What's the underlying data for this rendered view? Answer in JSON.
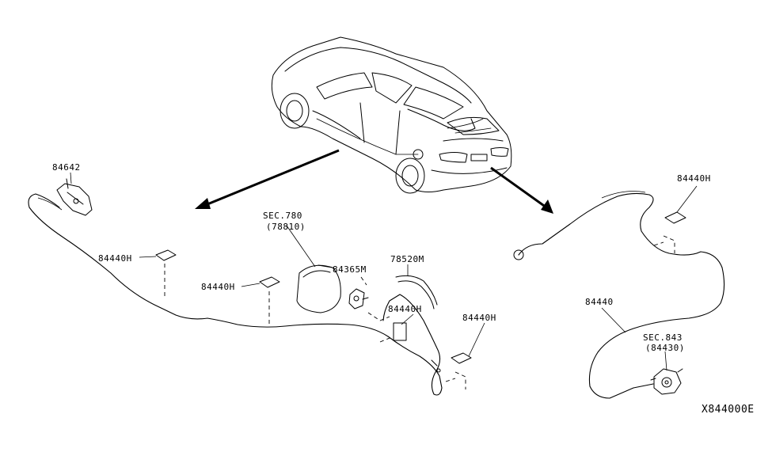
{
  "diagram_code": "X844000E",
  "labels": {
    "p84642": "84642",
    "p84440h_a": "84440H",
    "p84440h_b": "84440H",
    "p84440h_c": "84440H",
    "p84440h_d": "84440H",
    "p84440h_e": "84440H",
    "sec780": "SEC.780",
    "sec780_ref": "(78810)",
    "p84365m": "84365M",
    "p78520m": "78520M",
    "p84440": "84440",
    "sec843": "SEC.843",
    "sec843_ref": "(84430)"
  },
  "icons": {
    "car": "car-rear-view-icon",
    "fuel_lid": "fuel-filler-lid-icon",
    "opener_lever": "opener-lever-icon",
    "trunk_lock": "trunk-lock-actuator-icon"
  }
}
